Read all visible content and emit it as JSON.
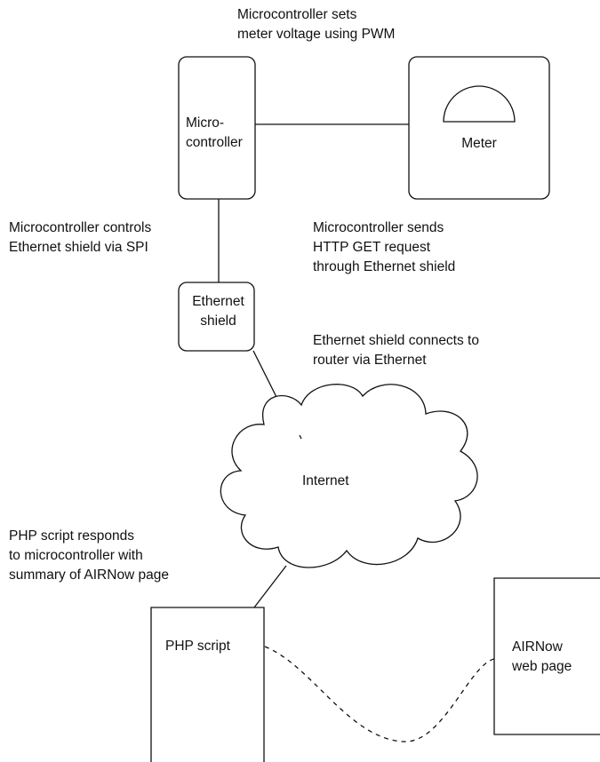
{
  "nodes": {
    "microcontroller": {
      "line1": "Micro-",
      "line2": "controller"
    },
    "meter": {
      "label": "Meter"
    },
    "ethernet_shield": {
      "line1": "Ethernet",
      "line2": "shield"
    },
    "internet": {
      "label": "Internet"
    },
    "php_script": {
      "label": "PHP script"
    },
    "airnow_page": {
      "line1": "AIRNow",
      "line2": "web page"
    }
  },
  "annotations": {
    "pwm": {
      "line1": "Microcontroller sets",
      "line2": "meter voltage using PWM"
    },
    "spi": {
      "line1": "Microcontroller controls",
      "line2": "Ethernet shield via SPI"
    },
    "http": {
      "line1": "Microcontroller sends",
      "line2": "HTTP GET request",
      "line3": "through Ethernet shield"
    },
    "router": {
      "line1": "Ethernet shield connects to",
      "line2": "router via Ethernet"
    },
    "php": {
      "line1": "PHP script responds",
      "line2": "to microcontroller with",
      "line3": "summary of AIRNow page"
    }
  }
}
